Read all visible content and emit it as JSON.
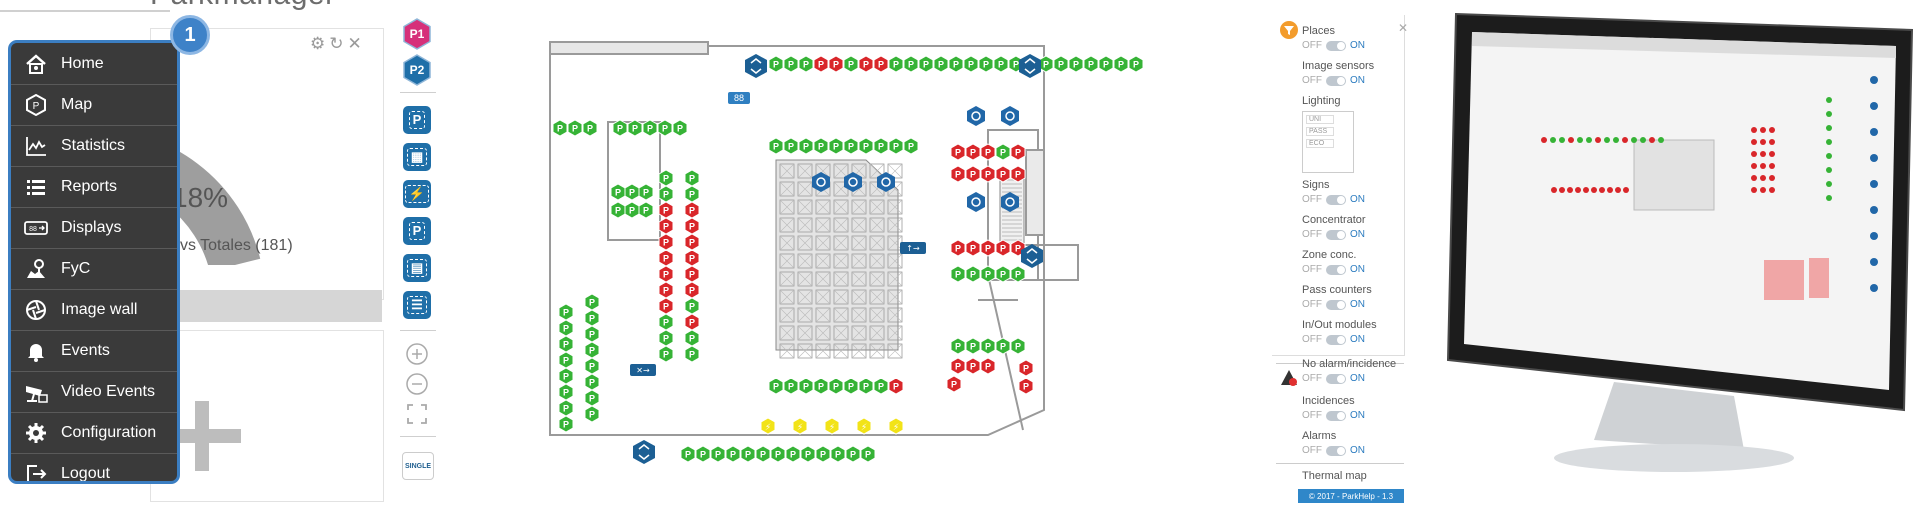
{
  "header": {
    "title_fragment": "Parkmanager"
  },
  "menu": {
    "badge": "1",
    "items": [
      {
        "label": "Home",
        "icon": "home-icon"
      },
      {
        "label": "Map",
        "icon": "map-marker-icon"
      },
      {
        "label": "Statistics",
        "icon": "statistics-icon"
      },
      {
        "label": "Reports",
        "icon": "list-icon"
      },
      {
        "label": "Displays",
        "icon": "display-icon"
      },
      {
        "label": "FyC",
        "icon": "user-map-icon"
      },
      {
        "label": "Image wall",
        "icon": "aperture-icon"
      },
      {
        "label": "Events",
        "icon": "bell-icon"
      },
      {
        "label": "Video Events",
        "icon": "camera-icon"
      },
      {
        "label": "Configuration",
        "icon": "gear-icon"
      },
      {
        "label": "Logout",
        "icon": "logout-icon"
      }
    ]
  },
  "widget": {
    "percent": "18%",
    "label": "vs Totales (181)",
    "gauge_fraction": 0.18,
    "controls": [
      "gear-icon",
      "refresh-icon",
      "close-icon"
    ]
  },
  "toolbar": {
    "levels": [
      "P1",
      "P2"
    ],
    "tools": [
      "parking-spot-icon",
      "calendar-clock-icon",
      "charging-icon",
      "parking-settings-icon",
      "calendar-car-icon",
      "checklist-icon"
    ],
    "zoom": [
      "zoom-in-icon",
      "zoom-out-icon",
      "fullscreen-icon"
    ],
    "view_mode": "SINGLE"
  },
  "plan": {
    "spot_letter": "P",
    "display_value": "88",
    "colors": {
      "free": "#36b336",
      "occupied": "#d9262a",
      "charger": "#f2e318",
      "camera": "#2167a8"
    }
  },
  "settings": {
    "off_label": "OFF",
    "on_label": "ON",
    "sections": [
      {
        "label": "Places",
        "toggle": true
      },
      {
        "label": "Image sensors",
        "toggle": true
      },
      {
        "label": "Lighting",
        "toggle": false
      },
      {
        "label": "Signs",
        "toggle": true
      },
      {
        "label": "Concentrator",
        "toggle": true
      },
      {
        "label": "Zone conc.",
        "toggle": true
      },
      {
        "label": "Pass counters",
        "toggle": true
      },
      {
        "label": "In/Out modules",
        "toggle": true
      },
      {
        "label": "No alarm/incidence",
        "toggle": true
      },
      {
        "label": "Incidences",
        "toggle": true
      },
      {
        "label": "Alarms",
        "toggle": true
      },
      {
        "label": "Thermal map",
        "toggle": false
      }
    ],
    "lighting_options": [
      "UNI",
      "PASS",
      "ECO"
    ],
    "footer": "© 2017 - ParkHelp - 1.3"
  },
  "brand_colors": {
    "menu_bg": "#3a3a3a",
    "accent": "#3b7ec2"
  }
}
